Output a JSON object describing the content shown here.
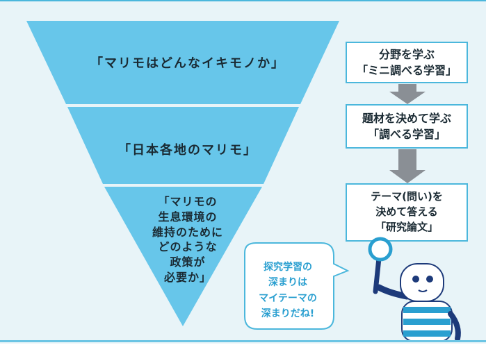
{
  "pyramid": {
    "layer1": "「マリモはどんなイキモノか」",
    "layer2": "「日本各地のマリモ」",
    "layer3": [
      "「マリモの",
      "生息環境の",
      "維持のために",
      "どのような",
      "政策が",
      "必要か」"
    ]
  },
  "steps": [
    {
      "lines": [
        "分野を学ぶ",
        "「ミニ調べる学習」"
      ]
    },
    {
      "lines": [
        "題材を決めて学ぶ",
        "「調べる学習」"
      ]
    },
    {
      "lines": [
        "テーマ(問い)を",
        "決めて答える",
        "「研究論文」"
      ]
    }
  ],
  "bubble": {
    "lines": [
      "探究学習の",
      "深まりは",
      "マイテーマの",
      "深まりだね!"
    ]
  },
  "colors": {
    "pyramid_fill": "#67c6ea",
    "pyramid_divider": "#e8f4f8",
    "box_border": "#4bb7dc",
    "arrow": "#8a8f95",
    "bubble_text": "#2a9fd0",
    "background": "#e8f4f8"
  },
  "icons": {
    "arrow": "down-arrow-icon",
    "character": "robot-with-magnifier-icon"
  }
}
